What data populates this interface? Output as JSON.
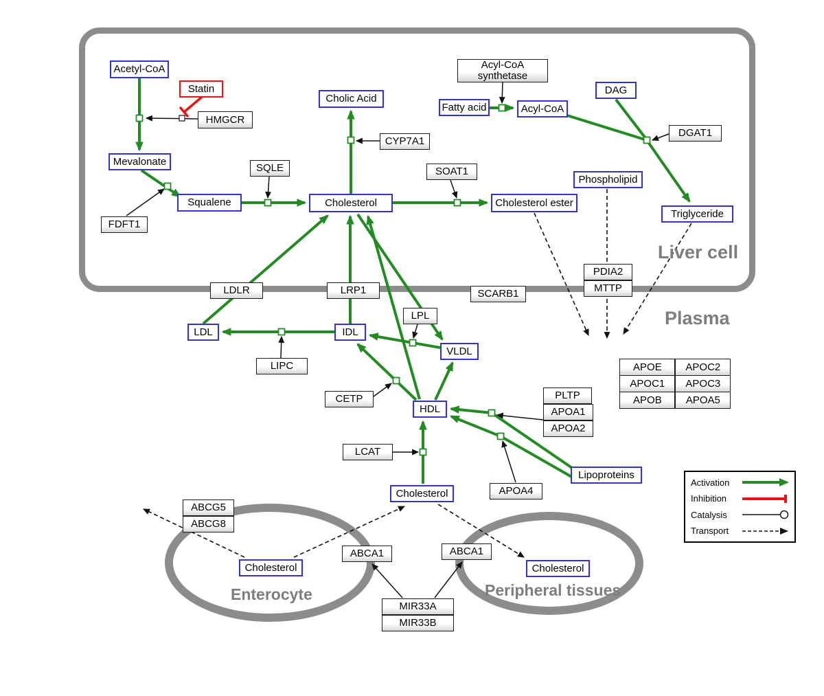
{
  "regions": {
    "liver": "Liver cell",
    "plasma": "Plasma",
    "enterocyte": "Enterocyte",
    "peripheral": "Peripheral tissues"
  },
  "nodes": {
    "acetyl_coa": "Acetyl-CoA",
    "statin": "Statin",
    "hmgcr": "HMGCR",
    "mevalonate": "Mevalonate",
    "fdft1": "FDFT1",
    "squalene": "Squalene",
    "sqle": "SQLE",
    "cholic_acid": "Cholic Acid",
    "cyp7a1": "CYP7A1",
    "cholesterol_liver": "Cholesterol",
    "soat1": "SOAT1",
    "cholesterol_ester": "Cholesterol ester",
    "acyl_coa_synthetase_1": "Acyl-CoA",
    "acyl_coa_synthetase_2": "synthetase",
    "fatty_acid": "Fatty acid",
    "acyl_coa": "Acyl-CoA",
    "dag": "DAG",
    "dgat1": "DGAT1",
    "phospholipid": "Phospholipid",
    "triglyceride": "Triglyceride",
    "ldlr": "LDLR",
    "lrp1": "LRP1",
    "scarb1": "SCARB1",
    "pdia2": "PDIA2",
    "mttp": "MTTP",
    "ldl": "LDL",
    "idl": "IDL",
    "lipc": "LIPC",
    "lpl": "LPL",
    "vldl": "VLDL",
    "cetp": "CETP",
    "hdl": "HDL",
    "pltp": "PLTP",
    "apoa1": "APOA1",
    "apoa2": "APOA2",
    "lcat": "LCAT",
    "apoa4": "APOA4",
    "lipoproteins": "Lipoproteins",
    "cholesterol_plasma": "Cholesterol",
    "abcg5": "ABCG5",
    "abcg8": "ABCG8",
    "cholesterol_enterocyte": "Cholesterol",
    "abca1_enterocyte": "ABCA1",
    "abca1_peripheral": "ABCA1",
    "cholesterol_peripheral": "Cholesterol",
    "mir33a": "MIR33A",
    "mir33b": "MIR33B"
  },
  "apo_table": [
    [
      "APOE",
      "APOC2"
    ],
    [
      "APOC1",
      "APOC3"
    ],
    [
      "APOB",
      "APOA5"
    ]
  ],
  "legend": {
    "activation": "Activation",
    "inhibition": "Inhibition",
    "catalysis": "Catalysis",
    "transport": "Transport"
  },
  "colors": {
    "activation_green": "#228B22",
    "inhibition_red": "#ee1111",
    "compound_border_blue": "#3333cc",
    "enzyme_border_black": "#1a1a1a",
    "region_border_gray": "#8c8c8c"
  }
}
